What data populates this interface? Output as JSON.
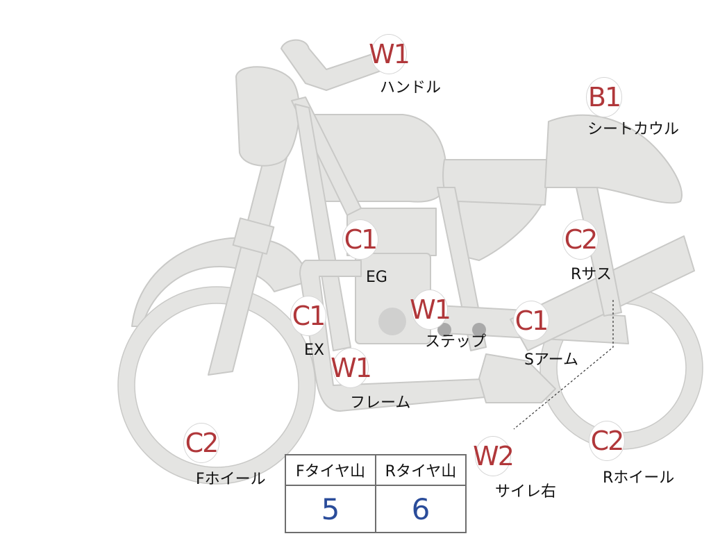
{
  "colors": {
    "body_fill": "#e4e4e2",
    "body_stroke": "#c9c9c7",
    "marker_text": "#b0373a",
    "value_text": "#2a4c9a",
    "table_border": "#6e6e6e"
  },
  "markers": [
    {
      "code": "W1",
      "label": "ハンドル"
    },
    {
      "code": "B1",
      "label": "シートカウル"
    },
    {
      "code": "C1",
      "label": "EG"
    },
    {
      "code": "C2",
      "label": "Rサス"
    },
    {
      "code": "C1",
      "label": "EX"
    },
    {
      "code": "W1",
      "label": "ステップ"
    },
    {
      "code": "C1",
      "label": "Sアーム"
    },
    {
      "code": "W1",
      "label": "フレーム"
    },
    {
      "code": "C2",
      "label": "Fホイール"
    },
    {
      "code": "W2",
      "label": "サイレ右"
    },
    {
      "code": "C2",
      "label": "Rホイール"
    }
  ],
  "table": {
    "headers": [
      "Fタイヤ山",
      "Rタイヤ山"
    ],
    "values": [
      "5",
      "6"
    ]
  }
}
